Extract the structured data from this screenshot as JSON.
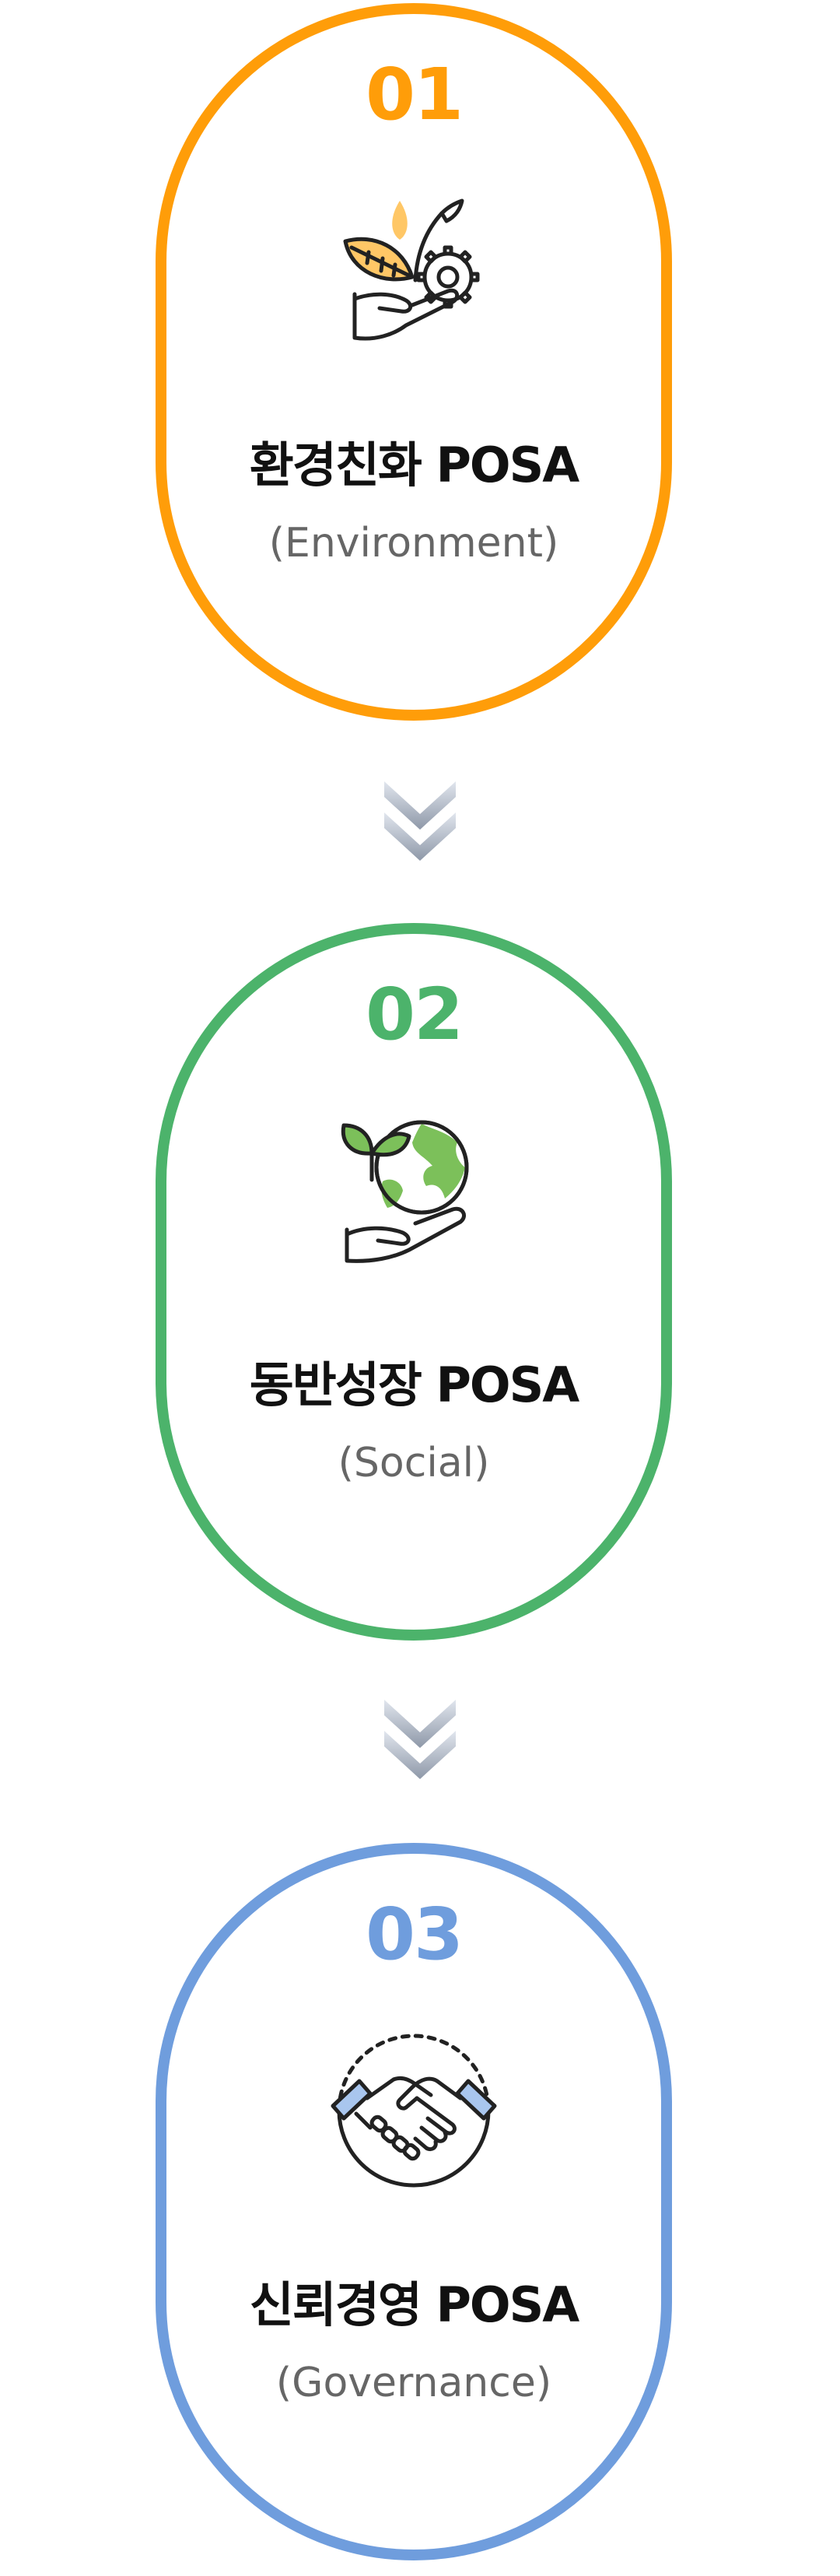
{
  "steps": [
    {
      "number": "01",
      "title": "환경친화 POSA",
      "subtitle": "(Environment)",
      "color": "#ff9d09",
      "icon": "hand-leaf-gear-icon"
    },
    {
      "number": "02",
      "title": "동반성장 POSA",
      "subtitle": "(Social)",
      "color": "#4cb36b",
      "icon": "hand-earth-sprout-icon"
    },
    {
      "number": "03",
      "title": "신뢰경영 POSA",
      "subtitle": "(Governance)",
      "color": "#6f9ddd",
      "icon": "handshake-icon"
    }
  ],
  "connector_icon": "double-chevron-down-icon"
}
